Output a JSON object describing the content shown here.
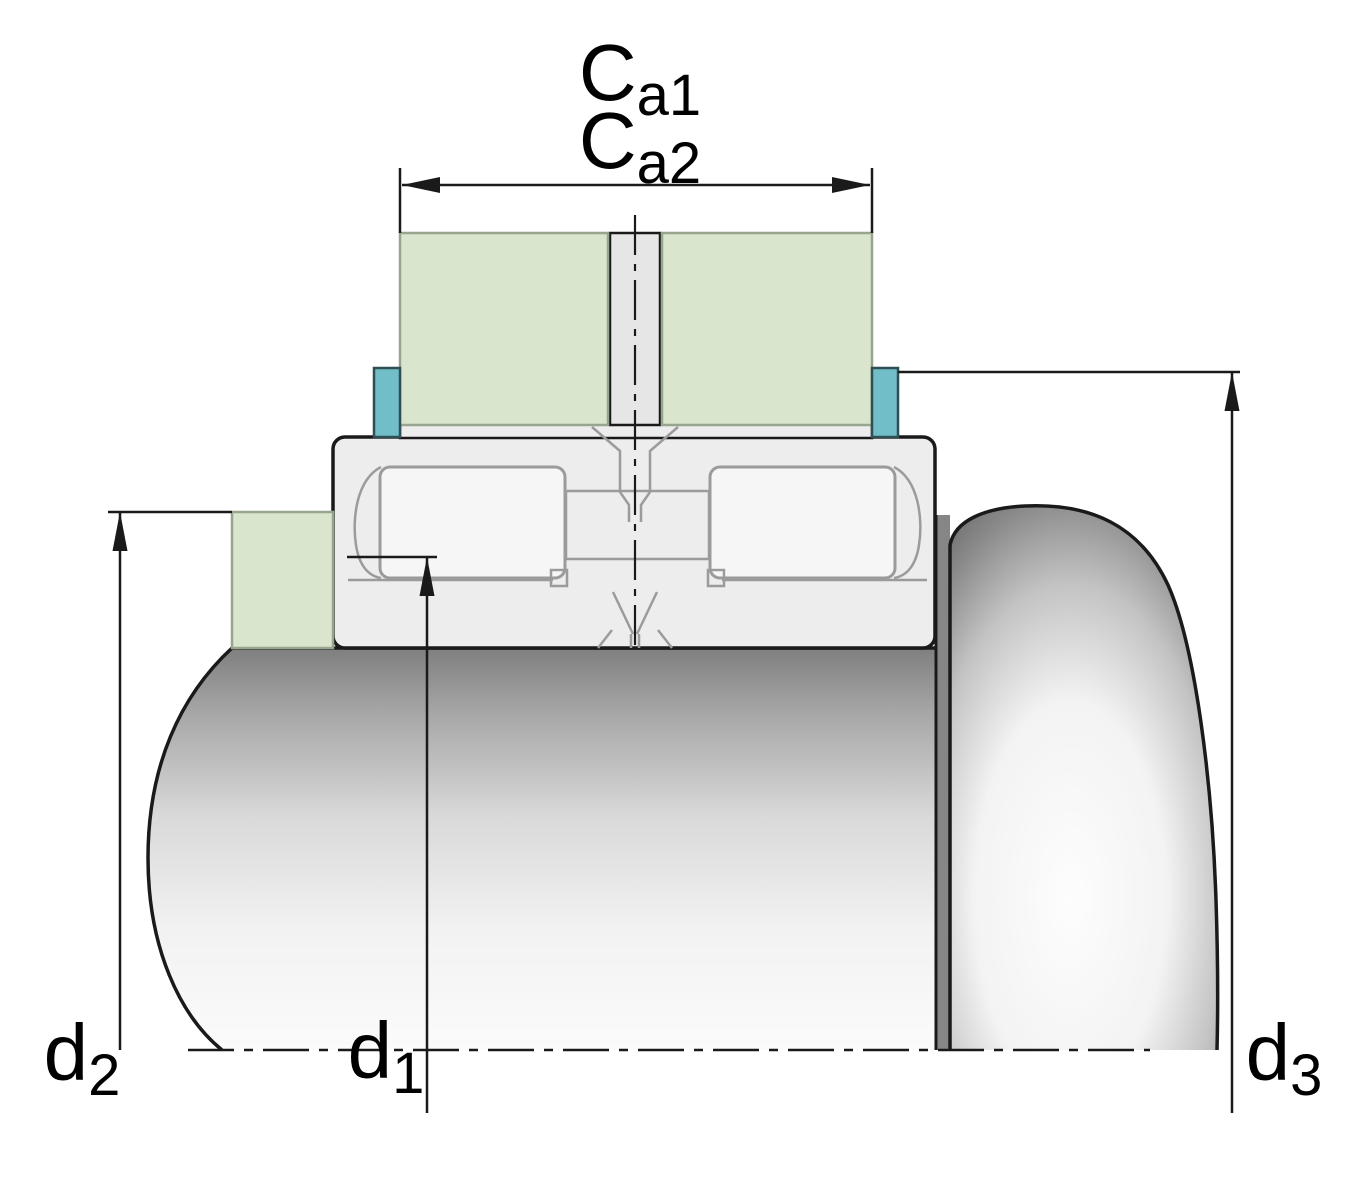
{
  "diagram": {
    "type": "technical-drawing",
    "subject": "bearing mounting cross-section with abutment and fillet dimensions",
    "dimension_labels": {
      "ca1": {
        "main": "C",
        "sub": "a1"
      },
      "ca2": {
        "main": "C",
        "sub": "a2"
      },
      "d1": {
        "main": "d",
        "sub": "1"
      },
      "d2": {
        "main": "d",
        "sub": "2"
      },
      "d3": {
        "main": "d",
        "sub": "3"
      }
    },
    "colors": {
      "adjacent_part_green": "#d9e5cc",
      "locating_ring_teal": "#71bdc8",
      "bearing_section_gray": "#ededed",
      "gap_strip_gray": "#e6e6e6",
      "inner_detail_gray": "#9b9b9b",
      "outline": "#1a1a1a",
      "background": "#ffffff"
    }
  }
}
